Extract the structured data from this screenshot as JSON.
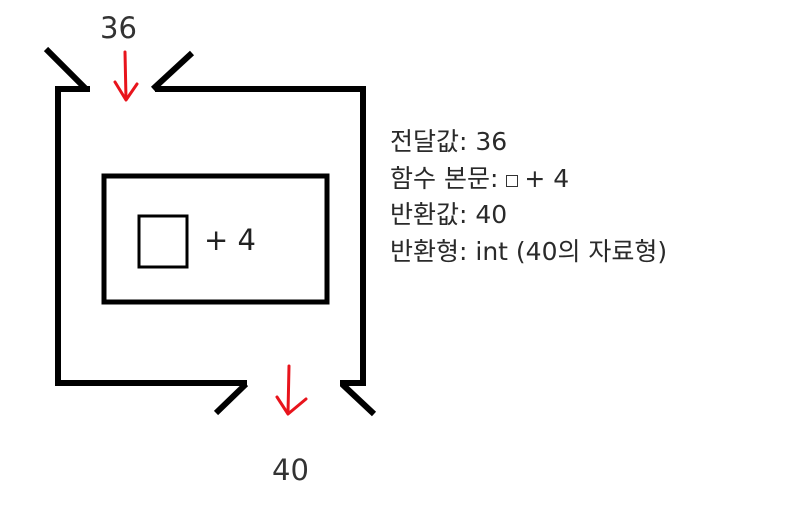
{
  "input_value": "36",
  "output_value": "40",
  "inner_box": {
    "expression": "+ 4"
  },
  "info": {
    "passed_value": "전달값: 36",
    "function_body_prefix": "함수 본문:",
    "function_body_suffix": "+ 4",
    "return_value": "반환값: 40",
    "return_type": "반환형: int (40의 자료형)"
  },
  "colors": {
    "outline": "#000000",
    "arrow": "#e8141c",
    "text": "#2a2a2a"
  }
}
